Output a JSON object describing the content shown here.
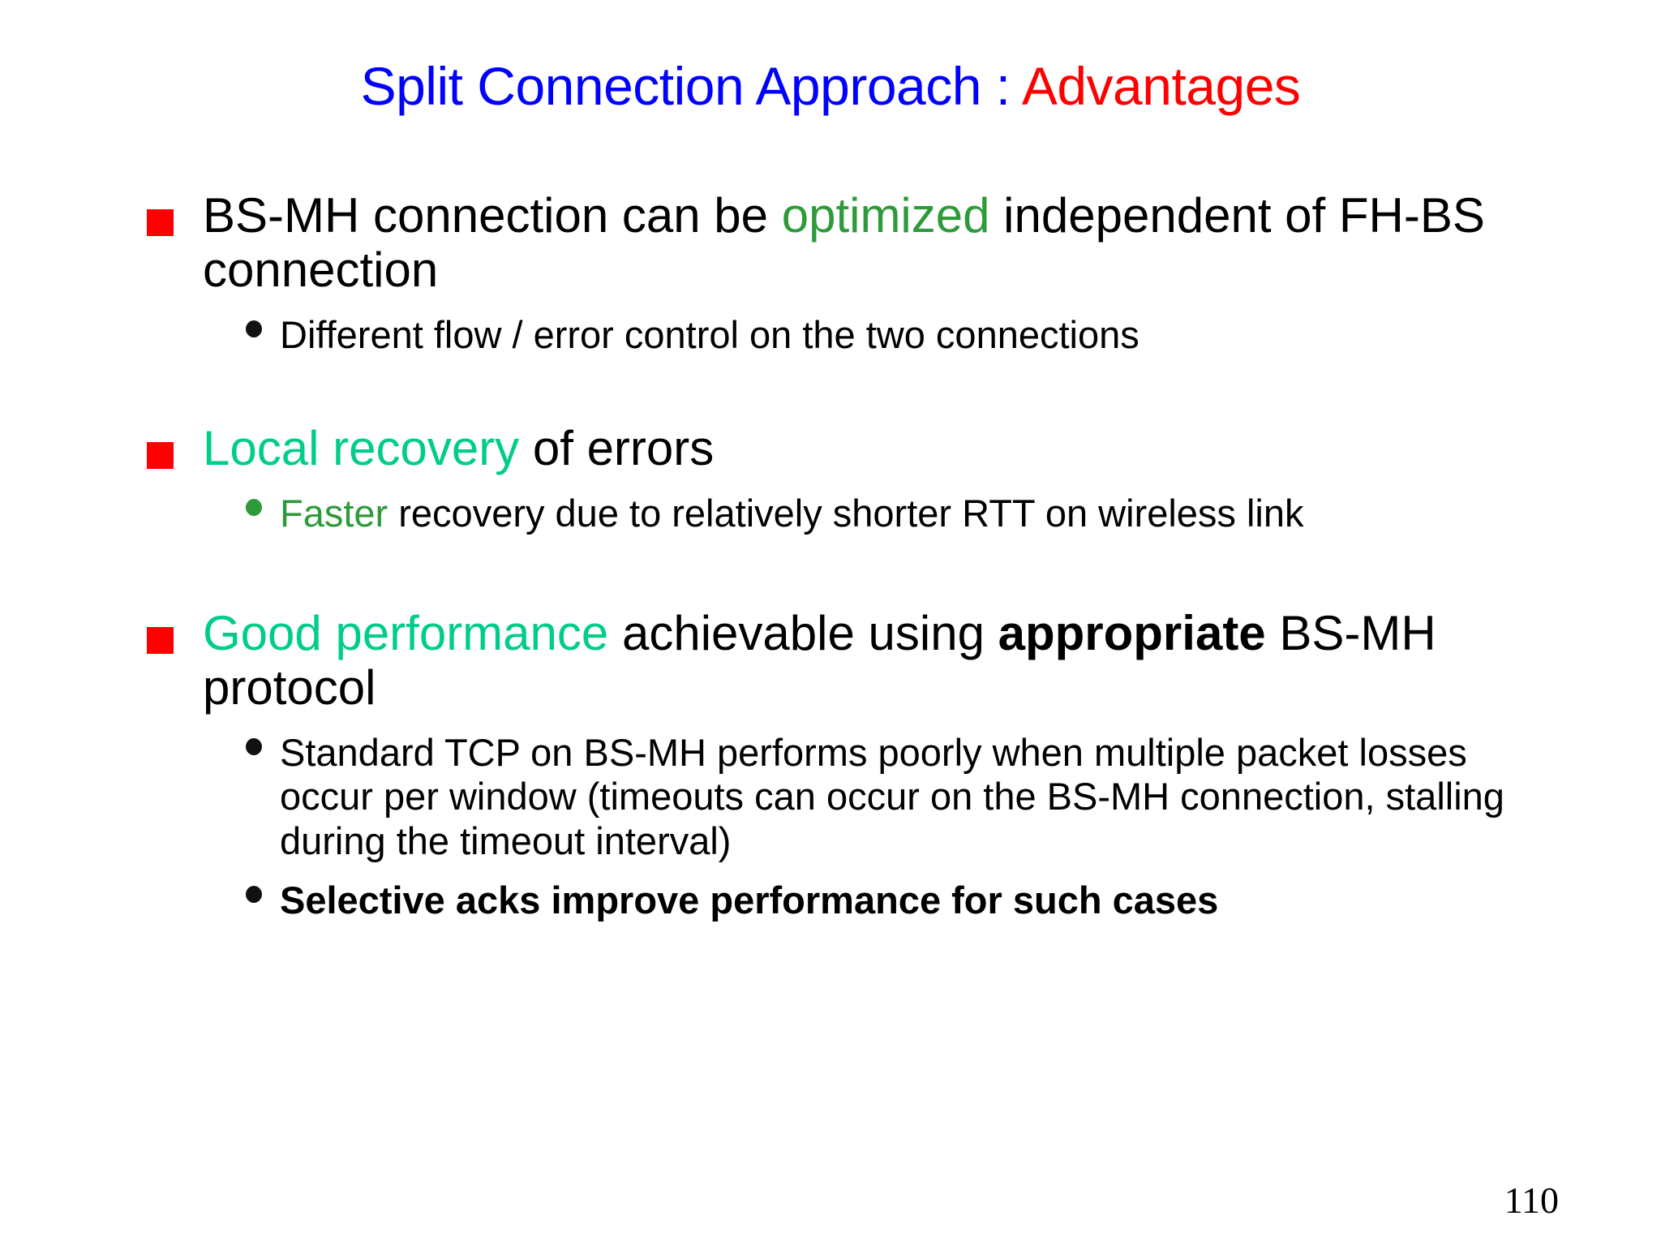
{
  "slide": {
    "background_color": "#ffffff",
    "page_number": "110",
    "title": {
      "main_text": "Split Connection Approach : ",
      "main_color": "#0000ff",
      "accent_text": "Advantages",
      "accent_color": "#ff0000"
    },
    "bullet_marker_color": "#ff0000",
    "highlight_colors": {
      "green_mid": "#2e9a3a",
      "green_spring": "#00cc8b"
    },
    "bullets": [
      {
        "marker": "red-square",
        "line_parts": [
          {
            "text": "BS-MH connection can be ",
            "style": "plain"
          },
          {
            "text": "optimized",
            "style": "green-mid"
          },
          {
            "text": " independent of FH-BS connection",
            "style": "plain"
          }
        ],
        "sub_bullets": [
          {
            "marker": "black-dot",
            "parts": [
              {
                "text": "Different flow / error control on the two connections",
                "style": "plain"
              }
            ]
          }
        ]
      },
      {
        "marker": "red-square",
        "line_parts": [
          {
            "text": "Local recovery",
            "style": "green-spring"
          },
          {
            "text": " of errors",
            "style": "plain"
          }
        ],
        "sub_bullets": [
          {
            "marker": "green-dot",
            "parts": [
              {
                "text": "Faster",
                "style": "green-mid"
              },
              {
                "text": " recovery due to relatively shorter RTT on wireless link",
                "style": "plain"
              }
            ]
          }
        ]
      },
      {
        "marker": "red-square",
        "line_parts": [
          {
            "text": "Good performance",
            "style": "green-spring"
          },
          {
            "text": " achievable using ",
            "style": "plain"
          },
          {
            "text": "appropriate",
            "style": "bold"
          },
          {
            "text": " BS-MH protocol",
            "style": "plain"
          }
        ],
        "sub_bullets": [
          {
            "marker": "black-dot",
            "parts": [
              {
                "text": "Standard TCP on BS-MH performs poorly when multiple packet losses occur per window (timeouts can occur on the BS-MH connection, stalling during the timeout interval)",
                "style": "plain"
              }
            ]
          },
          {
            "marker": "black-dot",
            "parts": [
              {
                "text": "Selective acks improve performance for such cases",
                "style": "bold"
              }
            ]
          }
        ]
      }
    ]
  }
}
